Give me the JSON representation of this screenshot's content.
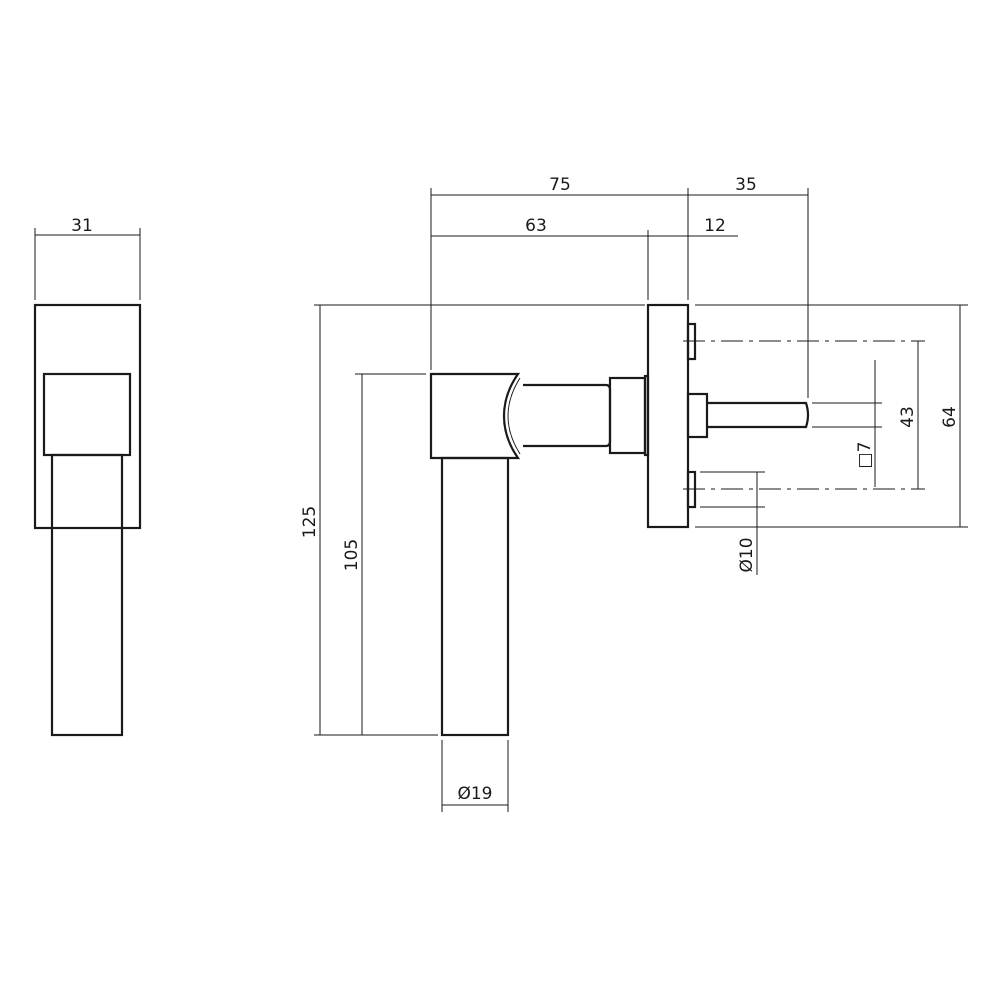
{
  "dimensions": {
    "side_width": "31",
    "overall_depth": "75",
    "spindle_length": "35",
    "handle_depth": "63",
    "rose_thickness": "12",
    "overall_height": "125",
    "handle_height": "105",
    "handle_diameter": "Ø19",
    "rose_height": "64",
    "screw_spacing": "43",
    "spindle_square": "□7",
    "screw_boss_diameter": "Ø10"
  },
  "line_color": "#1a1a1a"
}
